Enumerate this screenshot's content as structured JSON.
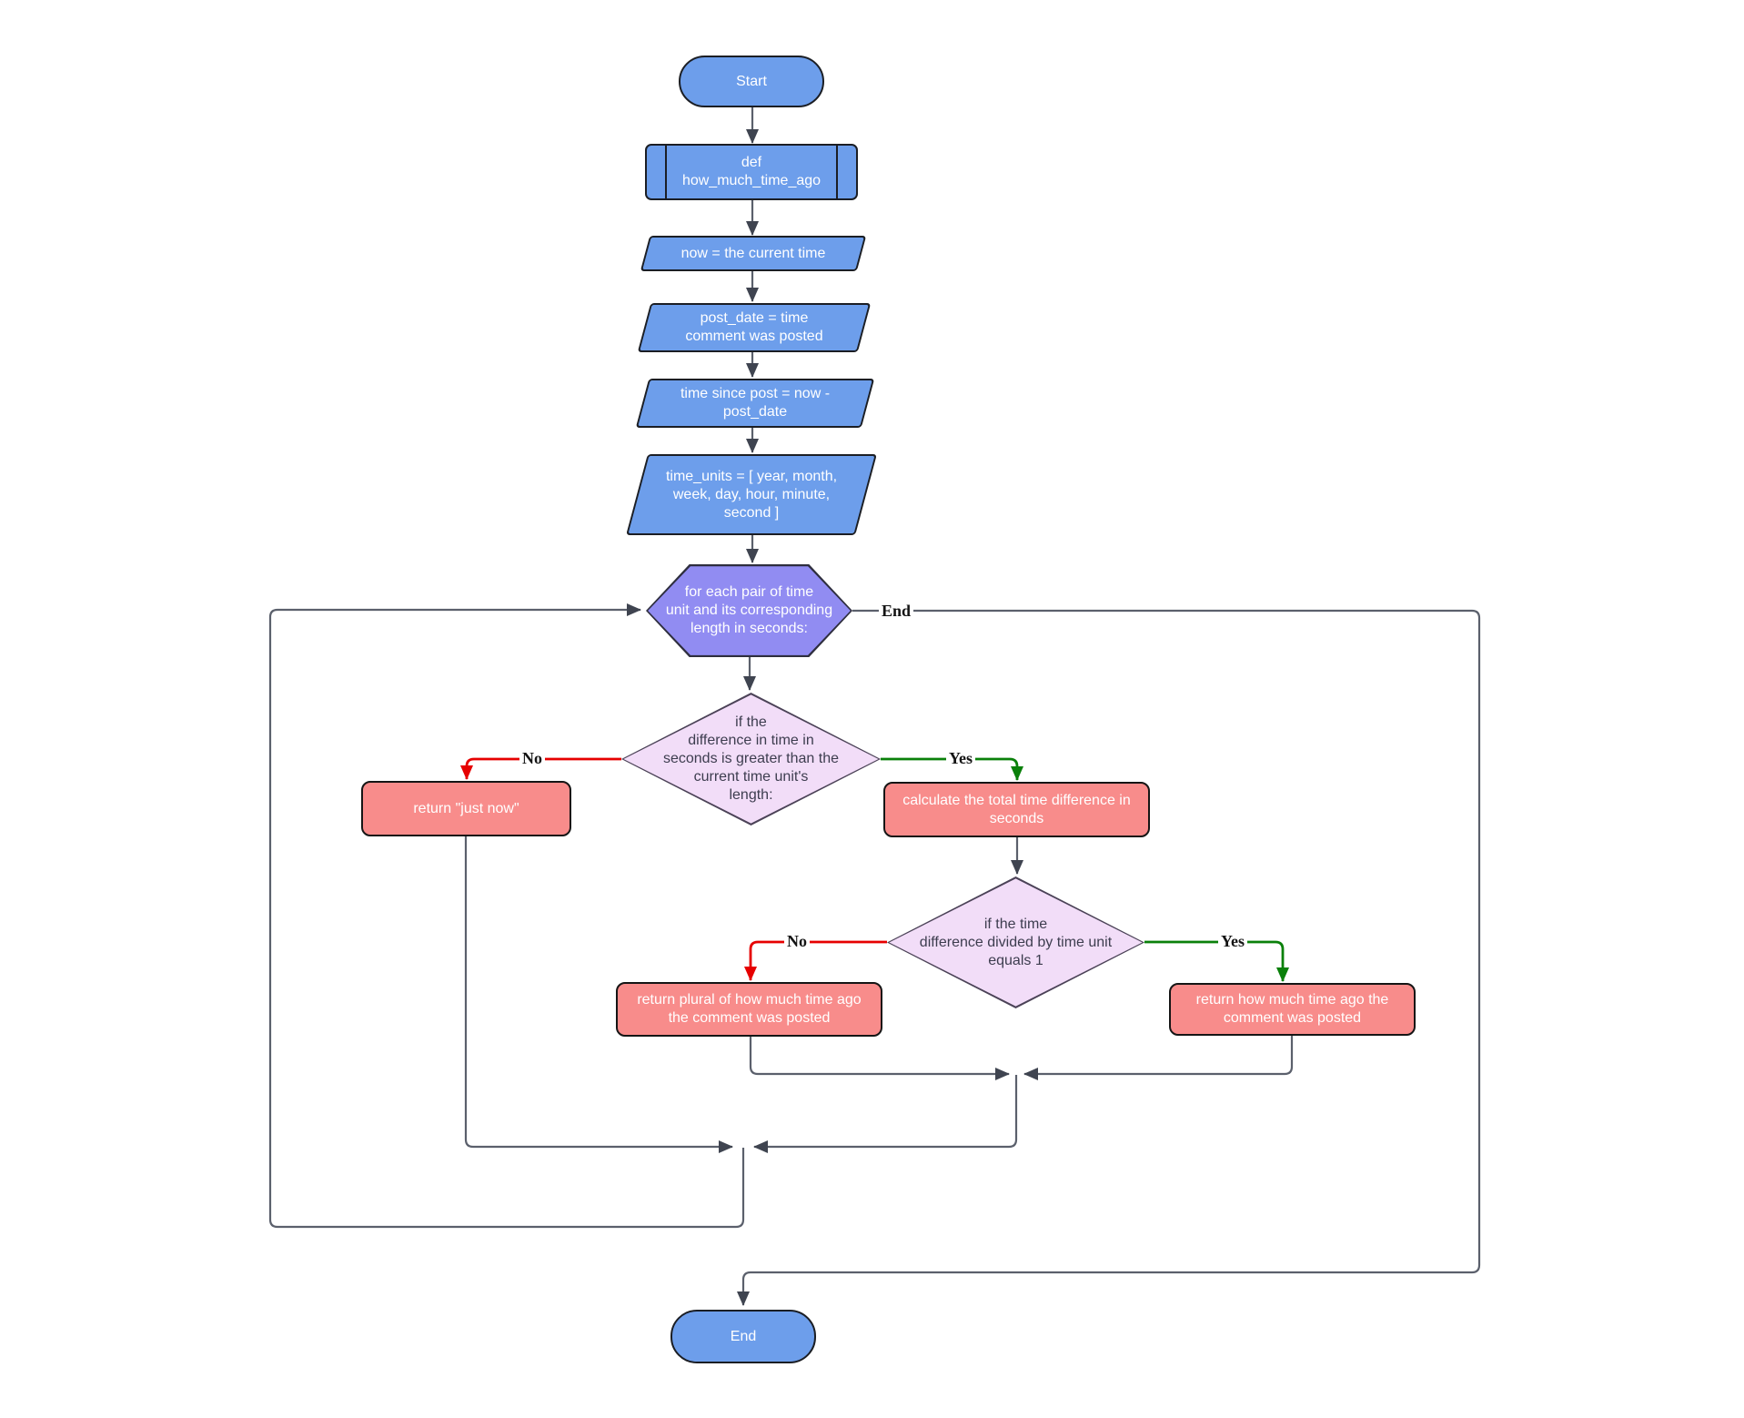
{
  "nodes": {
    "start": {
      "label": "Start"
    },
    "def_func": {
      "label": "def\nhow_much_time_ago"
    },
    "now": {
      "label": "now = the current time"
    },
    "post_date": {
      "label": "post_date = time\ncomment was posted"
    },
    "time_since": {
      "label": "time since post = now -\npost_date"
    },
    "time_units": {
      "label": "time_units = [ year, month,\nweek, day, hour, minute,\nsecond ]"
    },
    "loop": {
      "label": "for each pair of time\nunit and its corresponding\nlength in seconds:"
    },
    "cond_greater": {
      "label": "if the\ndifference in time in\nseconds is greater than the\ncurrent time unit's\nlength:"
    },
    "return_just_now": {
      "label": "return \"just now\""
    },
    "calc_total": {
      "label": "calculate the total time difference in\nseconds"
    },
    "cond_equals_one": {
      "label": "if the time\ndifference divided by time unit\nequals 1"
    },
    "return_plural": {
      "label": "return plural of how much time ago\nthe comment was posted"
    },
    "return_singular": {
      "label": "return how much time ago the\ncomment was posted"
    },
    "end": {
      "label": "End"
    }
  },
  "edge_labels": {
    "greater_no": "No",
    "greater_yes": "Yes",
    "equals_no": "No",
    "equals_yes": "Yes",
    "loop_end": "End"
  },
  "colors": {
    "terminal_fill": "#6d9eeb",
    "process_fill": "#6d9eeb",
    "loop_fill": "#918cf2",
    "decision_fill": "#f2ddf8",
    "return_fill": "#f88c8b",
    "yes_edge": "#0a800a",
    "no_edge": "#e60000",
    "edge": "#5b606c"
  }
}
